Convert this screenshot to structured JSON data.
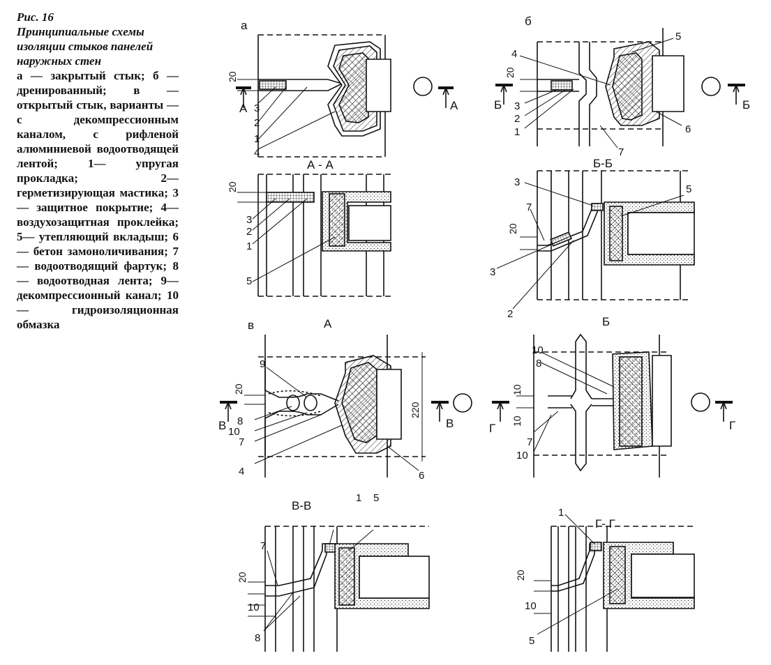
{
  "caption": {
    "figure": "Рис. 16",
    "title": "Принципиальные схемы изоляции стыков панелей наружных стен",
    "legend": "а — закрытый стык; б — дренированный; в — открытый стык, варианты — с декомпрессионным каналом, с рифленой алюминиевой водоотводящей лентой; 1— упругая прокладка; 2— герметизирующая мастика; 3— защитное покрытие; 4— воздухозащитная проклейка; 5— утепляющий вкладыш; 6— бетон замоноличивания; 7— водоотводящий фартук; 8— водоотводная лента; 9— декомпрессионный канал; 10— гидроизоляционная обмазка"
  },
  "panels": {
    "a": {
      "letter": "а",
      "section": "А",
      "dim": "20",
      "callouts": [
        "3",
        "2",
        "1",
        "4"
      ]
    },
    "aa": {
      "title": "А - А",
      "dim": "20",
      "callouts": [
        "3",
        "2",
        "1",
        "5"
      ]
    },
    "b": {
      "letter": "б",
      "section": "Б",
      "dim": "20",
      "callouts": [
        "4",
        "3",
        "2",
        "1",
        "5",
        "6",
        "7"
      ]
    },
    "bb": {
      "title": "Б-Б",
      "dim": "20",
      "callouts": [
        "3",
        "5",
        "7",
        "3",
        "2"
      ]
    },
    "v": {
      "letter": "в",
      "top_label": "А",
      "section": "В",
      "dim1": "20",
      "dim_total": "220",
      "callouts": [
        "9",
        "8",
        "10",
        "7",
        "4",
        "6"
      ]
    },
    "g": {
      "top_label": "Б",
      "section": "Г",
      "dim1": "10",
      "dim2": "10",
      "callouts": [
        "10",
        "8",
        "7",
        "10"
      ]
    },
    "vv": {
      "title": "В-В",
      "dim1": "20",
      "dim2": "10",
      "callouts": [
        "1",
        "5",
        "7",
        "8"
      ]
    },
    "gg": {
      "title": "Г- Г",
      "dim1": "20",
      "dim2": "10",
      "callouts": [
        "1",
        "5"
      ]
    }
  }
}
